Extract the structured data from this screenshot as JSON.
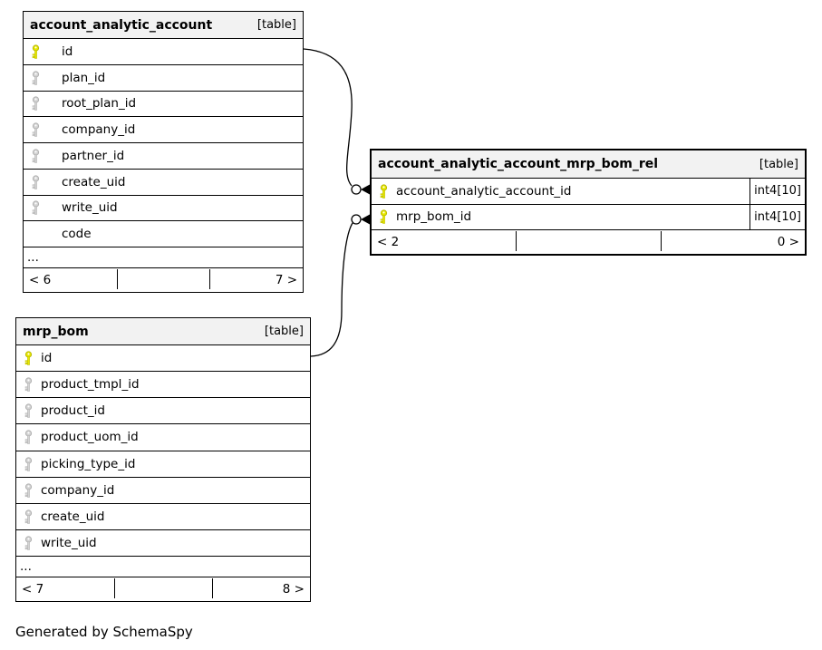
{
  "footer_note": "Generated by SchemaSpy",
  "colors": {
    "background": "#ffffff",
    "table_border": "#000000",
    "header_background": "#f2f2f2",
    "primary_key_fill": "#e8e800",
    "primary_key_outline": "#b8b800",
    "foreign_key_fill": "#d4d4d4",
    "foreign_key_outline": "#b0b0b0",
    "relationship_line": "#000000"
  },
  "tables": [
    {
      "name": "account_analytic_account",
      "tag": "[table]",
      "columns": [
        {
          "name": "id",
          "key": "primary"
        },
        {
          "name": "plan_id",
          "key": "foreign"
        },
        {
          "name": "root_plan_id",
          "key": "foreign"
        },
        {
          "name": "company_id",
          "key": "foreign"
        },
        {
          "name": "partner_id",
          "key": "foreign"
        },
        {
          "name": "create_uid",
          "key": "foreign"
        },
        {
          "name": "write_uid",
          "key": "foreign"
        },
        {
          "name": "code",
          "key": "none"
        }
      ],
      "ellipsis": "...",
      "footer": {
        "left": "< 6",
        "center": "",
        "right": "7 >"
      }
    },
    {
      "name": "account_analytic_account_mrp_bom_rel",
      "tag": "[table]",
      "columns": [
        {
          "name": "account_analytic_account_id",
          "key": "primary",
          "type": "int4[10]"
        },
        {
          "name": "mrp_bom_id",
          "key": "primary",
          "type": "int4[10]"
        }
      ],
      "footer": {
        "left": "< 2",
        "center": "",
        "right": "0 >"
      }
    },
    {
      "name": "mrp_bom",
      "tag": "[table]",
      "columns": [
        {
          "name": "id",
          "key": "primary"
        },
        {
          "name": "product_tmpl_id",
          "key": "foreign"
        },
        {
          "name": "product_id",
          "key": "foreign"
        },
        {
          "name": "product_uom_id",
          "key": "foreign"
        },
        {
          "name": "picking_type_id",
          "key": "foreign"
        },
        {
          "name": "company_id",
          "key": "foreign"
        },
        {
          "name": "create_uid",
          "key": "foreign"
        },
        {
          "name": "write_uid",
          "key": "foreign"
        }
      ],
      "ellipsis": "...",
      "footer": {
        "left": "< 7",
        "center": "",
        "right": "8 >"
      }
    }
  ],
  "relationships": [
    {
      "from_table": "account_analytic_account",
      "from_column": "id",
      "to_table": "account_analytic_account_mrp_bom_rel",
      "to_column": "account_analytic_account_id"
    },
    {
      "from_table": "mrp_bom",
      "from_column": "id",
      "to_table": "account_analytic_account_mrp_bom_rel",
      "to_column": "mrp_bom_id"
    }
  ]
}
